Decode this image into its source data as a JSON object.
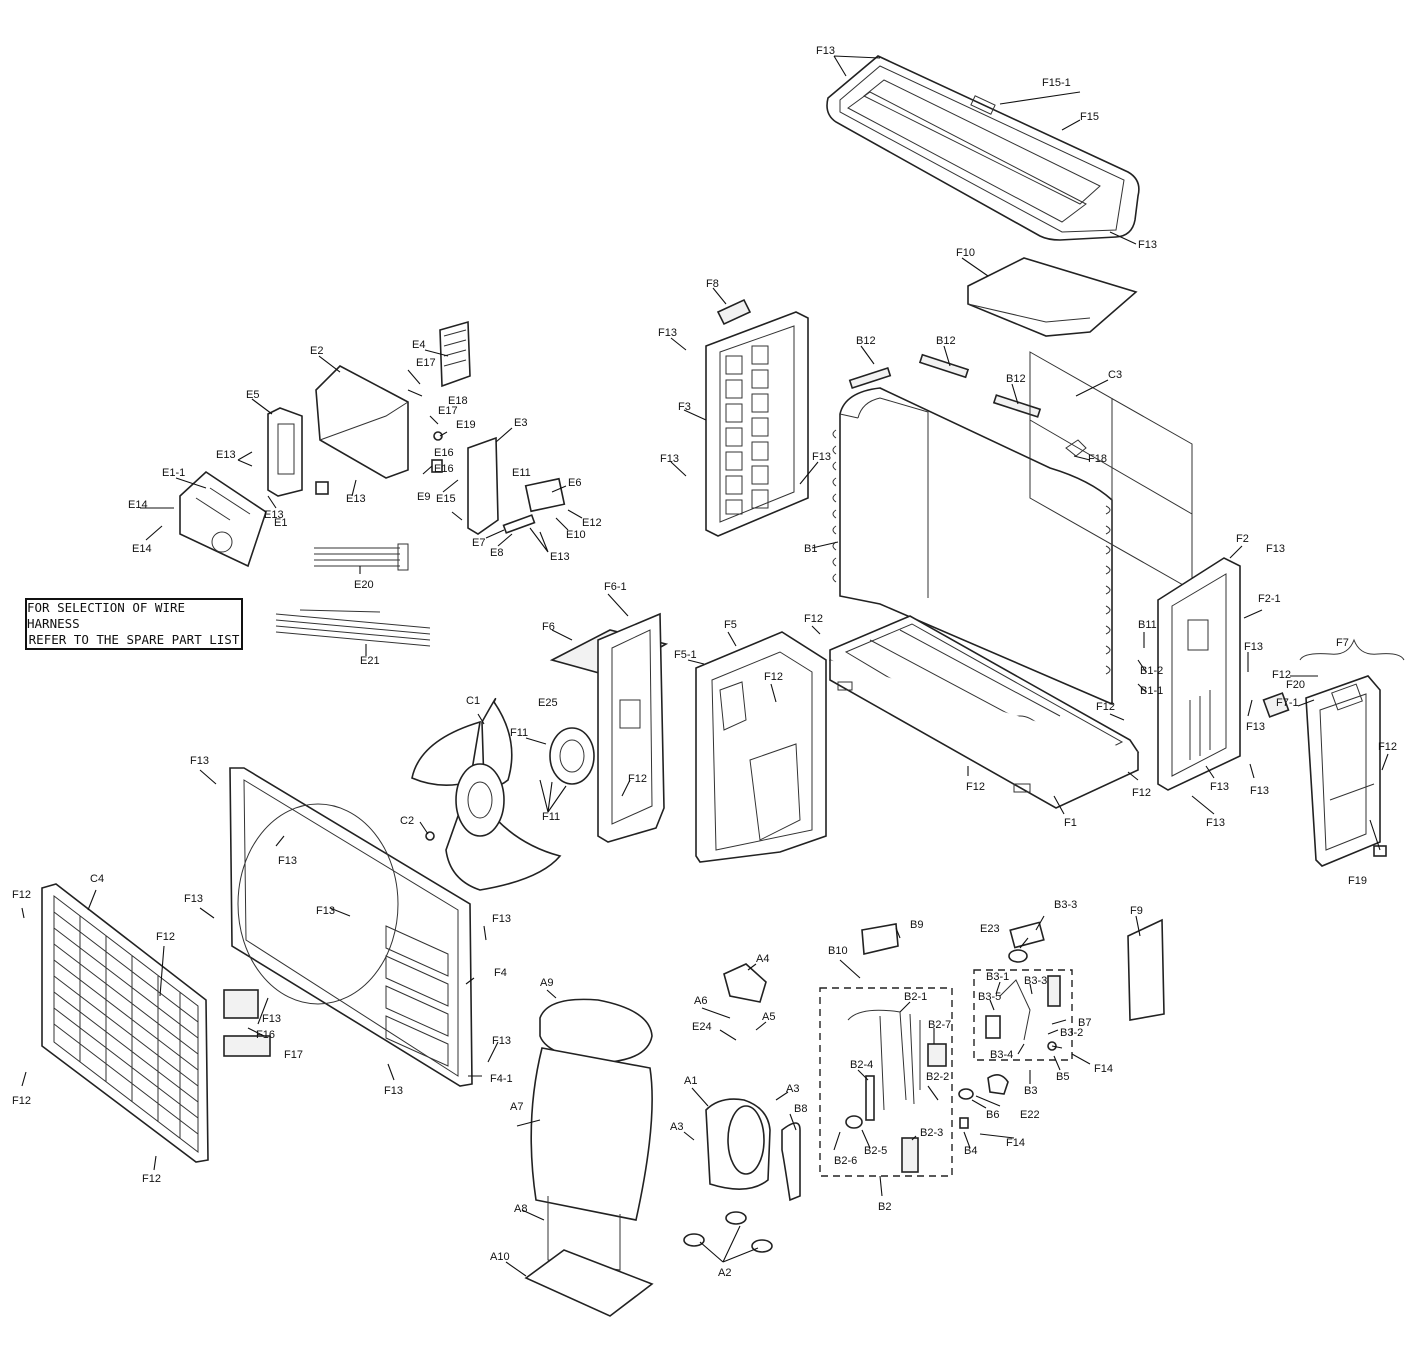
{
  "note": {
    "line1": "FOR SELECTION OF WIRE HARNESS",
    "line2": "REFER TO THE SPARE PART LIST"
  },
  "labels": {
    "F13": "F13",
    "F15_1": "F15-1",
    "F15": "F15",
    "F10": "F10",
    "F8": "F8",
    "F3": "F3",
    "B12": "B12",
    "C3": "C3",
    "F18": "F18",
    "B1": "B1",
    "E4": "E4",
    "E2": "E2",
    "E17": "E17",
    "E18": "E18",
    "E19": "E19",
    "E5": "E5",
    "E3": "E3",
    "E13": "E13",
    "E16": "E16",
    "E15": "E15",
    "E9": "E9",
    "E11": "E11",
    "E6": "E6",
    "E12": "E12",
    "E10": "E10",
    "E7": "E7",
    "E8": "E8",
    "E1_1": "E1-1",
    "E14": "E14",
    "E1": "E1",
    "E20": "E20",
    "E21": "E21",
    "F6_1": "F6-1",
    "F6": "F6",
    "F5": "F5",
    "F5_1": "F5-1",
    "F12": "F12",
    "F2": "F2",
    "F2_1": "F2-1",
    "B11": "B11",
    "B1_2": "B1-2",
    "B1_1": "B1-1",
    "F7": "F7",
    "F20": "F20",
    "F7_1": "F7-1",
    "C1": "C1",
    "E25": "E25",
    "F11": "F11",
    "C2": "C2",
    "F1": "F1",
    "F19": "F19",
    "C4": "C4",
    "F4": "F4",
    "F4_1": "F4-1",
    "F16": "F16",
    "F17": "F17",
    "B9": "B9",
    "B10": "B10",
    "E23": "E23",
    "B3_3": "B3-3",
    "F9": "F9",
    "A4": "A4",
    "A6": "A6",
    "A5": "A5",
    "E24": "E24",
    "A9": "A9",
    "B2_1": "B2-1",
    "B2_7": "B2-7",
    "B2_4": "B2-4",
    "B2_2": "B2-2",
    "B2_5": "B2-5",
    "B2_3": "B2-3",
    "B2_6": "B2-6",
    "B2": "B2",
    "B3_1": "B3-1",
    "B3_5": "B3-5",
    "B3_2": "B3-2",
    "B3_4": "B3-4",
    "B7": "B7",
    "B3": "B3",
    "B5": "B5",
    "F14": "F14",
    "B6": "B6",
    "E22": "E22",
    "B4": "B4",
    "A1": "A1",
    "A3": "A3",
    "A7": "A7",
    "B8": "B8",
    "A8": "A8",
    "A10": "A10",
    "A2": "A2"
  }
}
